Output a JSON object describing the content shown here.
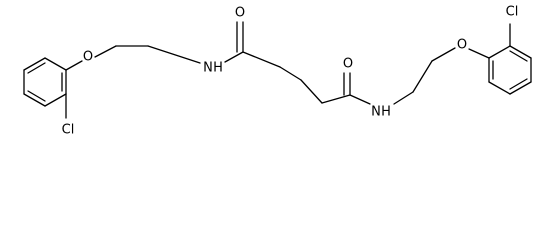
{
  "molecule": {
    "atoms": {
      "o_ether_left": "O",
      "n_amide_left": "N",
      "h_amide_left": "H",
      "o_carbonyl_left": "O",
      "o_carbonyl_right": "O",
      "n_amide_right": "N",
      "h_amide_right": "H",
      "o_ether_right": "O",
      "cl_left": "Cl",
      "cl_right": "Cl"
    }
  }
}
